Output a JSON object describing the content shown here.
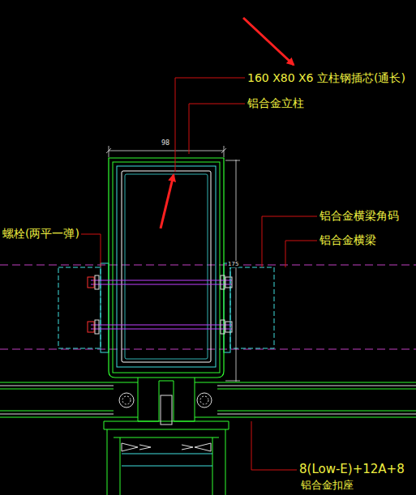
{
  "diagram": {
    "labels": [
      "160 X80 X6 立柱钢插芯(通长)",
      "铝合金立柱",
      "铝合金横梁角码",
      "铝合金横梁",
      "螺栓(两平一弹)",
      "98",
      "175",
      "8(Low-E)+12A+8",
      "铝合金扣座"
    ]
  }
}
